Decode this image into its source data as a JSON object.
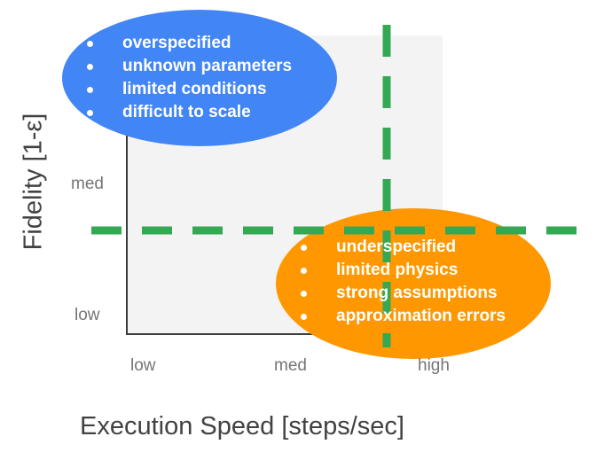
{
  "colors": {
    "plot_bg": "#f3f3f3",
    "axis": "#3c3c3c",
    "blue": "#4285f4",
    "orange": "#ff9800",
    "divider": "#34a853"
  },
  "axes": {
    "x_title": "Execution Speed [steps/sec]",
    "y_title": "Fidelity [1-ε]",
    "x_ticks": [
      "low",
      "med",
      "high"
    ],
    "y_ticks": [
      "med",
      "low"
    ]
  },
  "regions": {
    "high_fidelity": {
      "points": [
        "overspecified",
        "unknown parameters",
        "limited conditions",
        "difficult to scale"
      ]
    },
    "high_speed": {
      "points": [
        "underspecified",
        "limited physics",
        "strong assumptions",
        "approximation errors"
      ]
    }
  }
}
